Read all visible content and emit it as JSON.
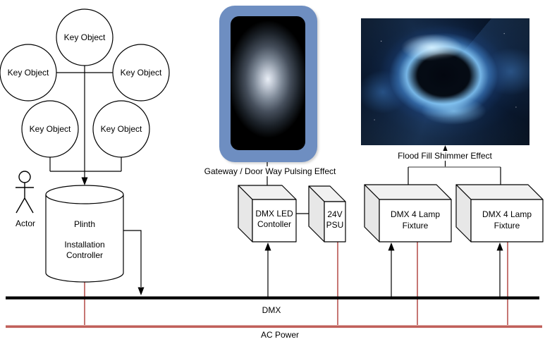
{
  "diagram": {
    "nodes": {
      "key_objects": [
        "Key Object",
        "Key Object",
        "Key Object",
        "Key Object",
        "Key Object"
      ],
      "actor": {
        "label": "Actor"
      },
      "plinth": {
        "title": "Plinth",
        "subtitle": "Installation\nController"
      },
      "gateway": {
        "label": "Gateway / Door Way Pulsing Effect"
      },
      "dmx_led_controller": {
        "label": "DMX LED\nContoller"
      },
      "psu": {
        "label": "24V\nPSU"
      },
      "fixtures": [
        {
          "label": "DMX 4 Lamp\nFixture"
        },
        {
          "label": "DMX 4 Lamp\nFixture"
        }
      ],
      "shimmer": {
        "label": "Flood Fill Shimmer Effect"
      }
    },
    "buses": {
      "dmx": {
        "label": "DMX"
      },
      "ac": {
        "label": "AC Power"
      }
    },
    "colors": {
      "gateway_blue": "#6e8ec1",
      "dmx_bus_black": "#000000",
      "ac_bus_red": "#c0605b",
      "power_line_red": "#b85450",
      "bracket_gray": "#787878",
      "cube_front": "#ffffff",
      "cube_top": "#f1f1f1",
      "cube_side": "#e7e7e7",
      "shimmer_glow_blue": "#87cdff"
    }
  }
}
